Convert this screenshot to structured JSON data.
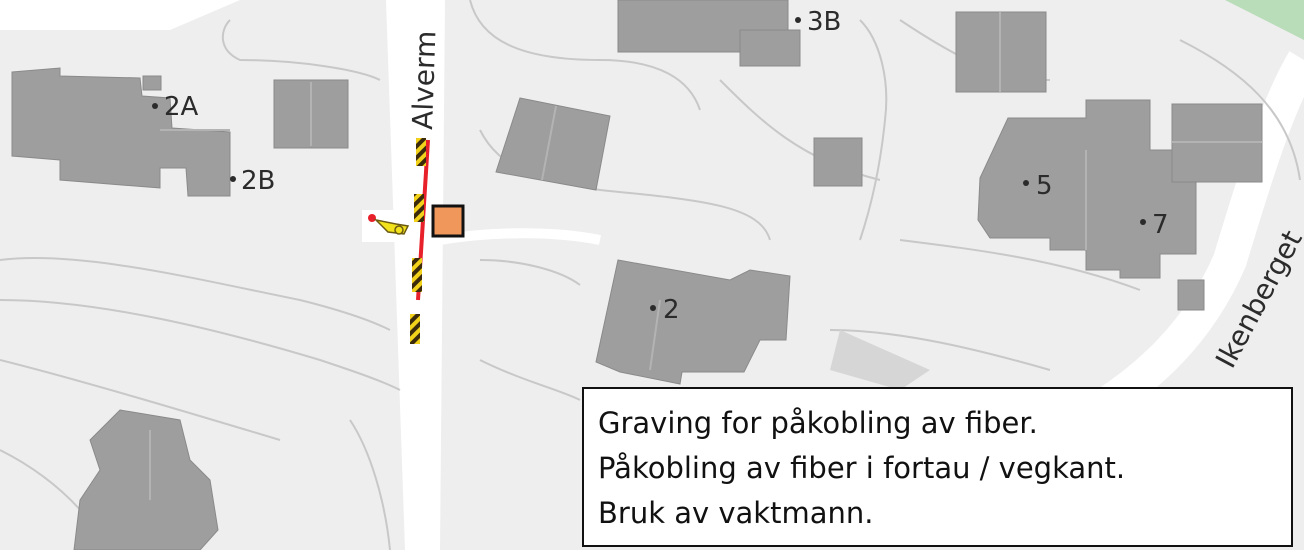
{
  "map": {
    "street_labels": {
      "left_street": "Alverm",
      "right_street": "Ikenberget"
    },
    "house_numbers": [
      "2A",
      "2B",
      "3B",
      "5",
      "7",
      "2"
    ],
    "colors": {
      "background": "#eeeeee",
      "building": "#9e9e9e",
      "road": "#ffffff",
      "contour": "#c8c8c8",
      "work_line": "#e8202a",
      "hatch_yellow": "#f2d21b",
      "hatch_dark": "#3b2a0c",
      "connection_point": "#f0975b",
      "green_area": "#b9dcb9"
    },
    "icons": [
      "guard-icon",
      "connection-point-icon",
      "barrier-icon"
    ]
  },
  "legend": {
    "line1": "Graving for påkobling av fiber.",
    "line2": "Påkobling av fiber i fortau / vegkant.",
    "line3": "Bruk av vaktmann."
  }
}
